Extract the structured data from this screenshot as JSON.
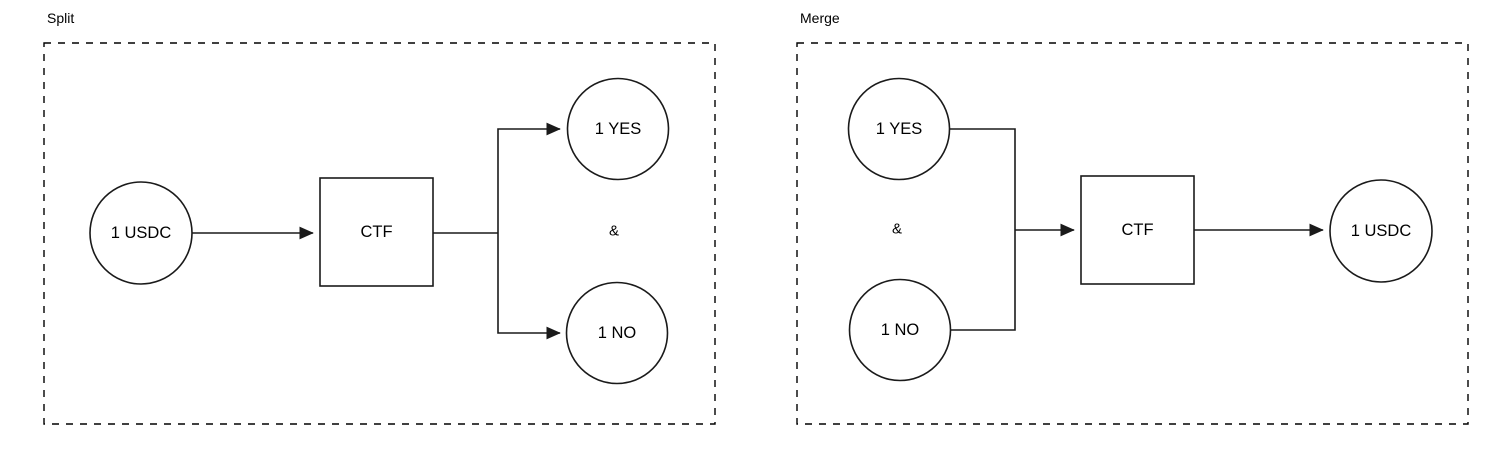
{
  "diagram": {
    "title_left": "Split",
    "title_right": "Merge",
    "conjunction": "&",
    "panels": [
      {
        "name": "split",
        "label": "Split",
        "nodes": {
          "input": "1 USDC",
          "contract": "CTF",
          "output_yes": "1 YES",
          "output_no": "1 NO"
        }
      },
      {
        "name": "merge",
        "label": "Merge",
        "nodes": {
          "input_yes": "1 YES",
          "input_no": "1 NO",
          "contract": "CTF",
          "output": "1 USDC"
        }
      }
    ]
  },
  "colors": {
    "stroke": "#1a1a1a",
    "frame": "#000000",
    "background": "#ffffff"
  }
}
